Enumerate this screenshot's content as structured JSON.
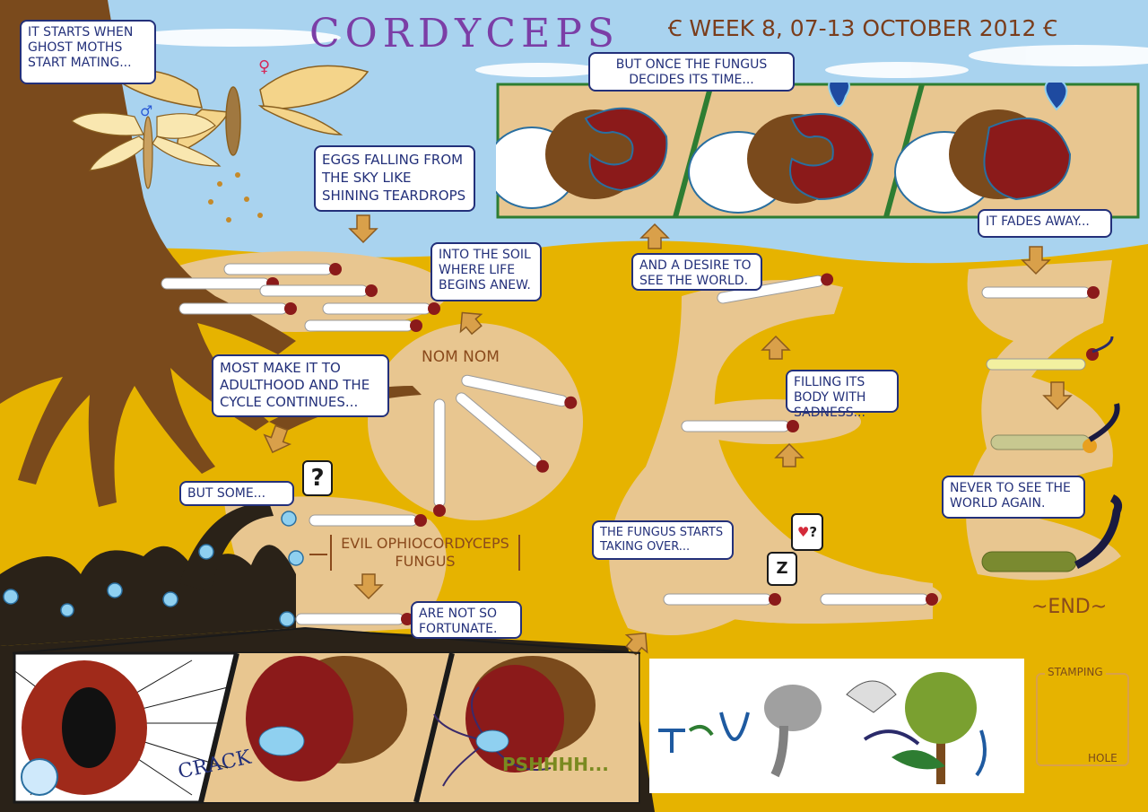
{
  "title": "CORDYCEPS",
  "week_label": "WEEK 8, 07-13 OCTOBER 2012",
  "captions": {
    "start": "IT STARTS WHEN GHOST MOTHS START MATING...",
    "eggs": "EGGS FALLING FROM THE SKY LIKE SHINING TEARDROPS",
    "soil": "INTO THE SOIL WHERE LIFE BEGINS ANEW.",
    "adulthood": "MOST MAKE IT TO ADULTHOOD AND THE CYCLE CONTINUES...",
    "but_some": "BUT SOME...",
    "not_fortunate": "ARE NOT SO FORTUNATE.",
    "takes_over": "THE FUNGUS STARTS TAKING OVER...",
    "sadness": "FILLING ITS BODY WITH SADNESS...",
    "desire": "AND A DESIRE TO SEE THE WORLD.",
    "fungus_decides": "BUT ONCE THE FUNGUS DECIDES ITS TIME...",
    "fades": "IT FADES AWAY...",
    "never": "NEVER TO SEE THE WORLD AGAIN."
  },
  "labels": {
    "nom_nom": "NOM NOM",
    "fungus_name": "EVIL OPHIOCORDYCEPS FUNGUS",
    "end": "~END~",
    "stamping_top": "STAMPING",
    "stamping_bottom": "HOLE",
    "crack": "CRACK",
    "pshhh": "PSHHHH...",
    "question": "?",
    "sleep": "Z",
    "heart_question": "?"
  },
  "symbols": {
    "male": "♂",
    "female": "♀"
  },
  "colors": {
    "sky": "#a9d3ef",
    "soil": "#e6b300",
    "tunnel": "#e8c690",
    "tree": "#7a4a1c",
    "bubble_border": "#23307a",
    "title": "#7b3ea6",
    "week": "#7a3d1c",
    "fungus": "#2a2218",
    "drop": "#8fd0f0"
  },
  "icons": [
    "arrow-down-icon",
    "arrow-up-icon",
    "moth-icon",
    "larva-icon",
    "fungus-stalk-icon",
    "water-drop-icon",
    "heart-icon"
  ]
}
